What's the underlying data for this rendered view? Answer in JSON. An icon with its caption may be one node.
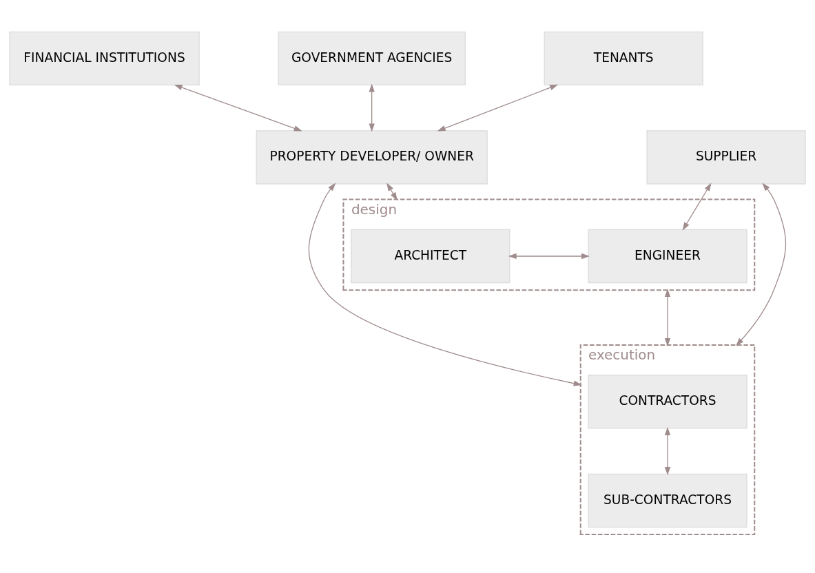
{
  "diagram": {
    "nodes": [
      {
        "text": [
          "FINANCIAL INSTITUTIONS"
        ]
      },
      {
        "text": [
          "GOVERNMENT AGENCIES"
        ]
      },
      {
        "text": [
          "TENANTS"
        ]
      },
      {
        "text": [
          "PROPERTY DEVELOPER/ OWNER"
        ]
      },
      {
        "text": [
          "SUPPLIER"
        ]
      },
      {
        "text": [
          "design"
        ]
      },
      {
        "text": [
          "ARCHITECT"
        ],
        "in": 5
      },
      {
        "text": [
          "ENGINEER"
        ],
        "in": 5
      },
      {
        "text": [
          "execution"
        ]
      },
      {
        "text": [
          "CONTRACTORS"
        ],
        "in": 8
      },
      {
        "text": [
          "SUB-CONTRACTORS"
        ],
        "in": 8
      }
    ],
    "edges": [
      {
        "from": 0,
        "to": 3,
        "arrow": "both"
      },
      {
        "from": 1,
        "to": 3,
        "arrow": "both"
      },
      {
        "from": 2,
        "to": 3,
        "arrow": "both"
      },
      {
        "from": 3,
        "to": 5,
        "arrow": "both"
      },
      {
        "from": 3,
        "to": 8,
        "arrow": "both"
      },
      {
        "from": 4,
        "to": 7,
        "arrow": "both"
      },
      {
        "from": 4,
        "to": 8,
        "arrow": "both"
      },
      {
        "from": 6,
        "to": 7,
        "arrow": "both"
      },
      {
        "from": 5,
        "to": 8,
        "arrow": "both"
      },
      {
        "from": 9,
        "to": 10,
        "arrow": "both"
      }
    ]
  }
}
